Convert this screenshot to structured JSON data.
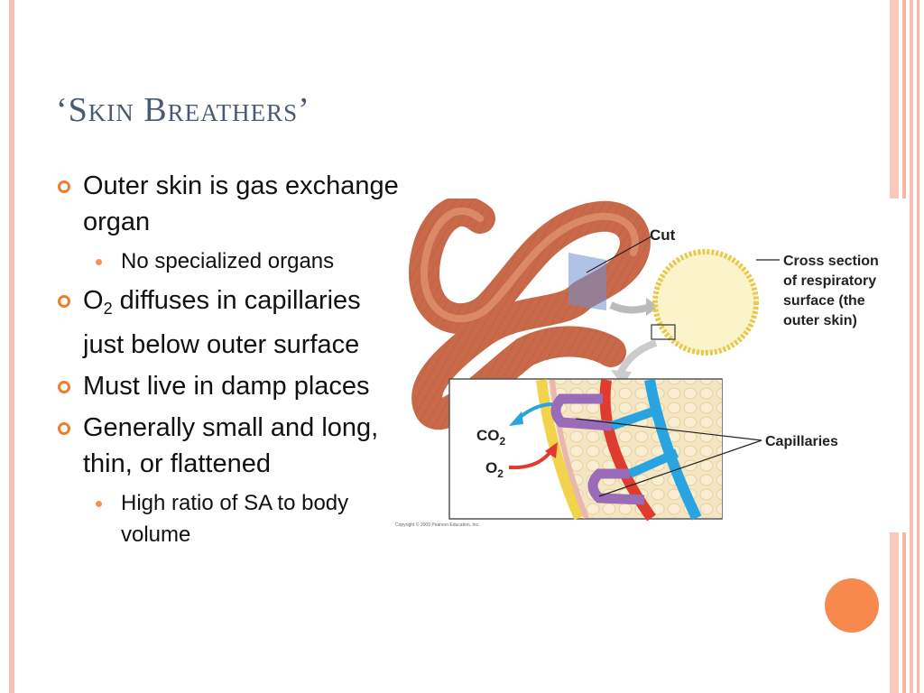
{
  "slide": {
    "title": "‘Skin Breathers’",
    "bullets": [
      {
        "level": 1,
        "text": "Outer skin is gas exchange organ"
      },
      {
        "level": 2,
        "text": "No specialized organs"
      },
      {
        "level": 1,
        "prefix": "O",
        "subscript": "2",
        "text": " diffuses in capillaries just below outer surface"
      },
      {
        "level": 1,
        "text": "Must live in damp places"
      },
      {
        "level": 1,
        "text": "Generally small and long, thin, or flattened"
      },
      {
        "level": 2,
        "text": "High ratio of SA to body volume"
      }
    ]
  },
  "figure": {
    "label_cut": "Cut",
    "label_cross_section": [
      "Cross section",
      "of respiratory",
      "surface (the",
      "outer skin)"
    ],
    "label_capillaries": "Capillaries",
    "label_co2": "CO",
    "label_co2_sub": "2",
    "label_o2": "O",
    "label_o2_sub": "2",
    "copyright": "Copyright © 2009 Pearson Education, Inc."
  },
  "colors": {
    "accent": "#f07c2e",
    "title": "#4b5a73",
    "frame": "#f5c3b4"
  }
}
